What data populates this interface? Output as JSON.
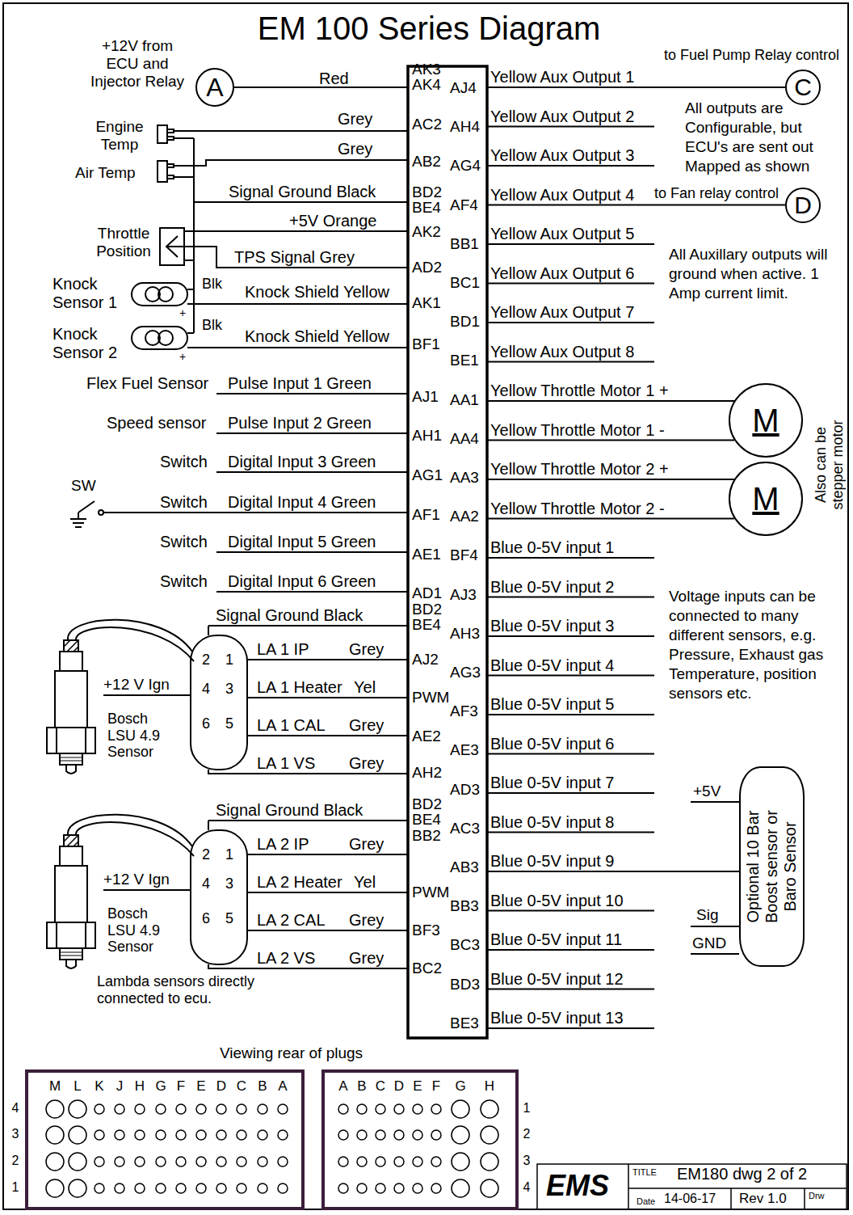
{
  "diagram": {
    "title": "EM 100 Series Diagram",
    "nodes": [
      {
        "text": [
          "A"
        ]
      },
      {
        "text": [
          "C"
        ]
      },
      {
        "text": [
          "D"
        ]
      },
      {
        "text": [
          "M"
        ]
      },
      {
        "text": [
          "M"
        ]
      },
      {
        "text": [
          "Optional 10 Bar Boost sensor or Baro Sensor"
        ]
      }
    ],
    "labels": [
      "+12V from ECU and Injector Relay",
      "Red",
      "Engine Temp",
      "Grey",
      "Air Temp",
      "Grey",
      "Signal Ground Black",
      "+5V Orange",
      "Throttle Position",
      "TPS Signal Grey",
      "Knock Sensor 1",
      "Blk",
      "Knock Shield Yellow",
      "+",
      "Knock Sensor 2",
      "Blk",
      "Knock Shield Yellow",
      "+",
      "Flex Fuel Sensor",
      "Pulse Input 1 Green",
      "Speed sensor",
      "Pulse Input 2 Green",
      "Switch",
      "Digital Input 3 Green",
      "SW",
      "Switch",
      "Digital Input 4 Green",
      "Switch",
      "Digital Input 5 Green",
      "Switch",
      "Digital Input 6 Green",
      "Signal Ground Black",
      "2",
      "1",
      "LA 1 IP",
      "Grey",
      "+12 V Ign",
      "4",
      "3",
      "LA 1 Heater",
      "Yel",
      "Bosch LSU 4.9 Sensor",
      "6",
      "5",
      "LA 1 CAL",
      "Grey",
      "LA 1 VS",
      "Grey",
      "Signal Ground Black",
      "2",
      "1",
      "LA 2 IP",
      "Grey",
      "+12 V Ign",
      "4",
      "3",
      "LA 2 Heater",
      "Yel",
      "Bosch LSU 4.9 Sensor",
      "6",
      "5",
      "LA 2 CAL",
      "Grey",
      "LA 2 VS",
      "Grey",
      "Lambda sensors directly connected to ecu.",
      "AK3",
      "AK4",
      "AC2",
      "AB2",
      "BD2",
      "BE4",
      "AK2",
      "AD2",
      "AK1",
      "BF1",
      "AJ1",
      "AH1",
      "AG1",
      "AF1",
      "AE1",
      "AD1",
      "BD2",
      "BE4",
      "AJ2",
      "PWM",
      "AE2",
      "AH2",
      "BD2",
      "BE4",
      "BB2",
      "PWM",
      "BF3",
      "BC2",
      "AJ4",
      "AH4",
      "AG4",
      "AF4",
      "BB1",
      "BC1",
      "BD1",
      "BE1",
      "AA1",
      "AA4",
      "AA3",
      "AA2",
      "BF4",
      "AJ3",
      "AH3",
      "AG3",
      "AF3",
      "AE3",
      "AD3",
      "AC3",
      "AB3",
      "BB3",
      "BC3",
      "BD3",
      "BE3",
      "Yellow Aux Output 1",
      "Yellow Aux Output 2",
      "Yellow Aux Output 3",
      "Yellow Aux Output 4",
      "Yellow Aux Output 5",
      "Yellow Aux Output 6",
      "Yellow Aux Output 7",
      "Yellow Aux Output 8",
      "Yellow Throttle Motor 1 +",
      "Yellow Throttle Motor 1 -",
      "Yellow Throttle Motor 2 +",
      "Yellow Throttle Motor 2 -",
      "Blue 0-5V input 1",
      "Blue 0-5V input 2",
      "Blue 0-5V input 3",
      "Blue 0-5V input 4",
      "Blue 0-5V input 5",
      "Blue 0-5V input 6",
      "Blue 0-5V input 7",
      "Blue 0-5V input 8",
      "Blue 0-5V input 9",
      "Blue 0-5V input 10",
      "Blue 0-5V input 11",
      "Blue 0-5V input 12",
      "Blue 0-5V input 13",
      "to Fuel Pump Relay control",
      "All outputs are Configurable, but ECU's are sent out Mapped as shown",
      "to Fan relay control",
      "All Auxillary outputs will ground when active. 1 Amp current limit.",
      "Also can be stepper motor",
      "Voltage inputs can be connected to many different sensors, e.g. Pressure, Exhaust gas Temperature, position sensors etc.",
      "+5V",
      "Sig",
      "GND",
      "Viewing rear of plugs",
      "M",
      "L",
      "K",
      "J",
      "H",
      "G",
      "F",
      "E",
      "D",
      "C",
      "B",
      "A",
      "4",
      "3",
      "2",
      "1",
      "A",
      "B",
      "C",
      "D",
      "E",
      "F",
      "G",
      "H",
      "1",
      "2",
      "3",
      "4",
      "TITLE",
      "EM180 dwg 2 of 2",
      "Date",
      "14-06-17",
      "Rev 1.0",
      "Drw",
      "EMS"
    ]
  }
}
